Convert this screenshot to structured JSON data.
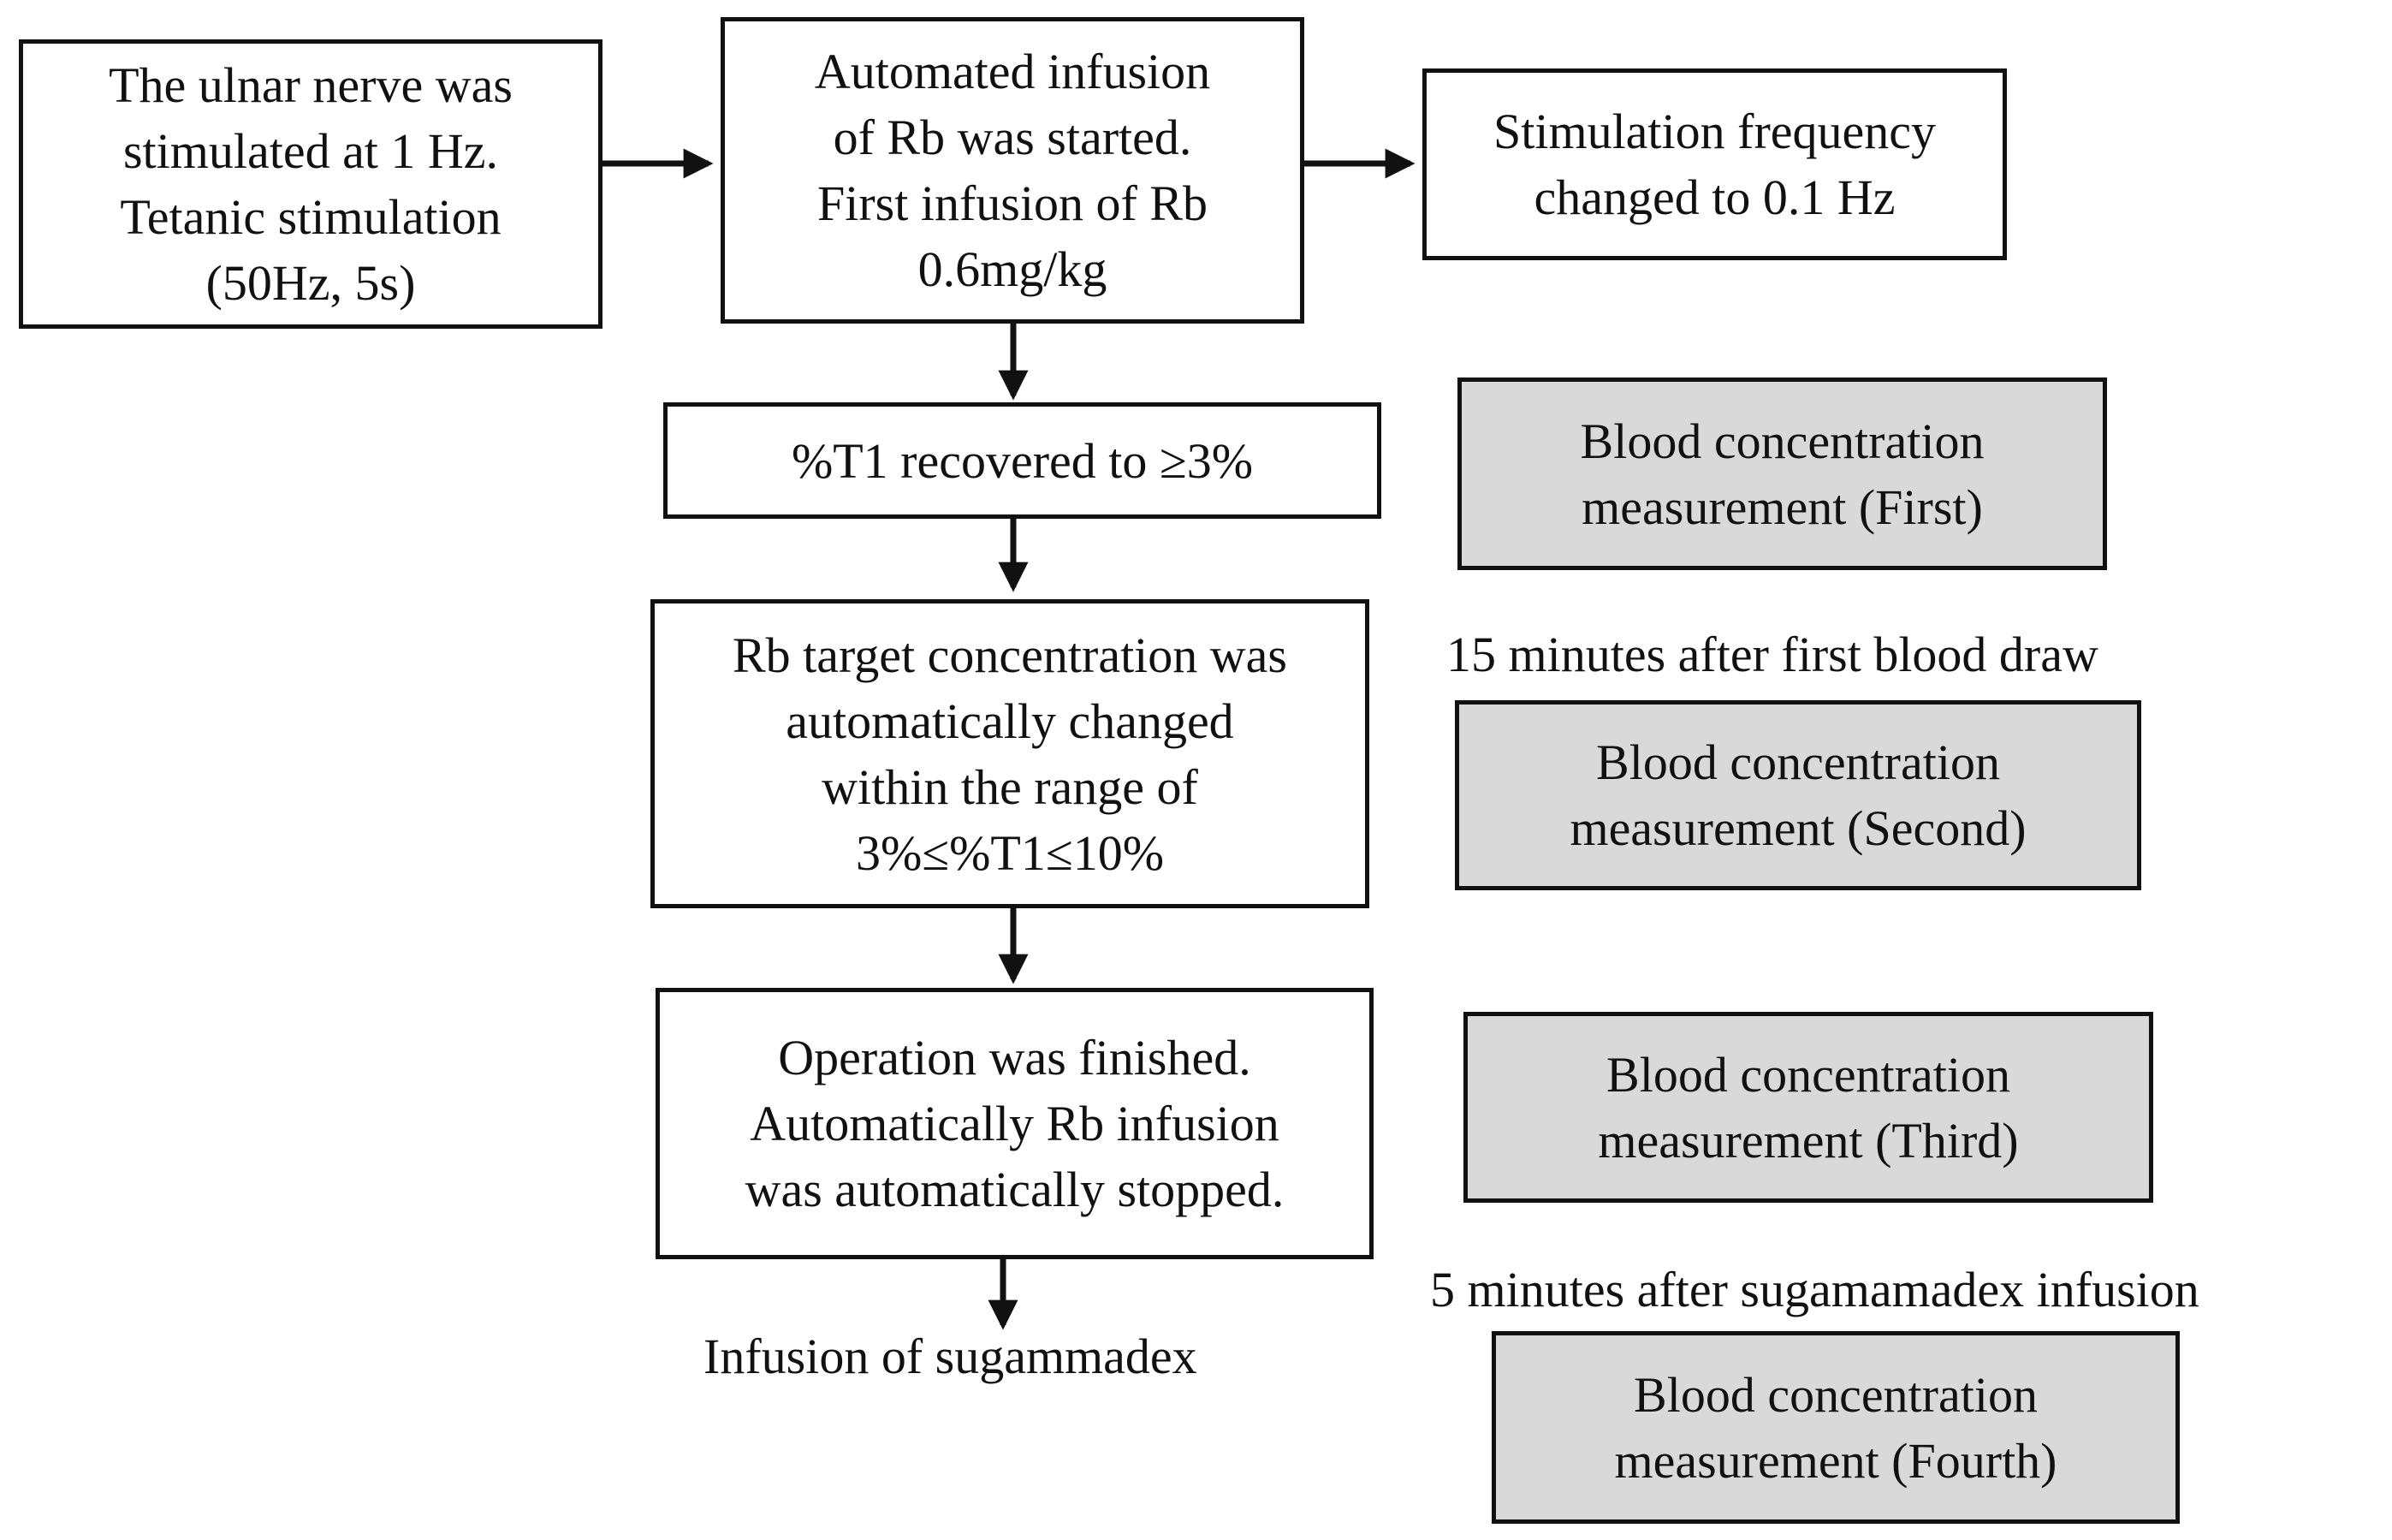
{
  "nodes": {
    "stimulation": {
      "lines": [
        "The ulnar nerve was",
        "stimulated at 1 Hz.",
        "Tetanic stimulation",
        "(50Hz, 5s)"
      ]
    },
    "infusion_start": {
      "lines": [
        "Automated infusion",
        "of Rb was started.",
        "First infusion of Rb",
        "0.6mg/kg"
      ]
    },
    "frequency_change": {
      "lines": [
        "Stimulation frequency",
        "changed to 0.1 Hz"
      ]
    },
    "t1_recovered": {
      "lines": [
        "%T1 recovered to ≥3%"
      ]
    },
    "target_change": {
      "lines": [
        "Rb target concentration was",
        "automatically changed",
        "within the range of",
        "3%≤%T1≤10%"
      ]
    },
    "operation_finished": {
      "lines": [
        "Operation was finished.",
        "Automatically Rb infusion",
        "was automatically stopped."
      ]
    },
    "sugammadex": {
      "text": "Infusion of sugammadex"
    },
    "measure_first": {
      "lines": [
        "Blood concentration",
        "measurement (First)"
      ]
    },
    "measure_second": {
      "lines": [
        "Blood concentration",
        "measurement (Second)"
      ]
    },
    "measure_third": {
      "lines": [
        "Blood concentration",
        "measurement (Third)"
      ]
    },
    "measure_fourth": {
      "lines": [
        "Blood concentration",
        "measurement (Fourth)"
      ]
    }
  },
  "notes": {
    "second_timing": "15 minutes after first blood draw",
    "fourth_timing": "5 minutes after sugamamadex infusion"
  },
  "colors": {
    "stroke": "#111111",
    "measurement_fill": "#d9d9d9",
    "background": "#ffffff"
  }
}
